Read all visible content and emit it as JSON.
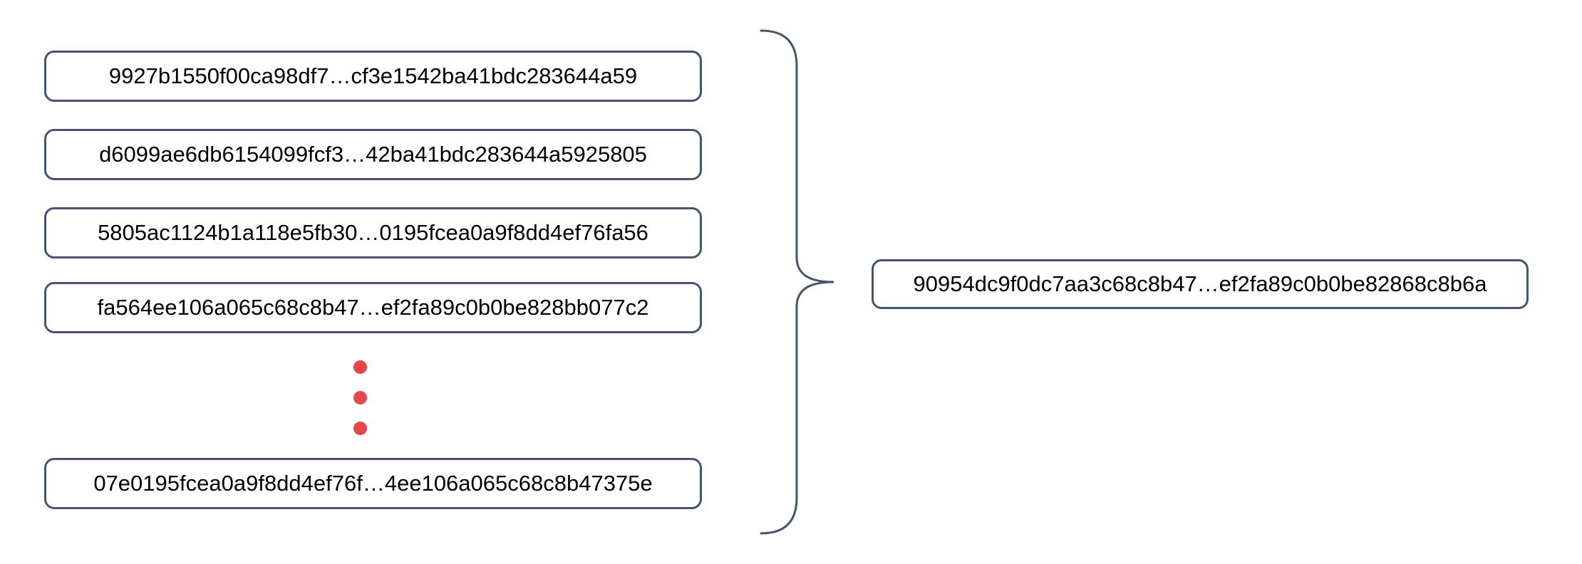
{
  "diagram": {
    "description": "Multiple hash values combined by a curly brace into a single output hash",
    "input_hashes": [
      "9927b1550f00ca98df7…cf3e1542ba41bdc283644a59",
      "d6099ae6db6154099fcf3…42ba41bdc283644a5925805",
      "5805ac1124b1a118e5fb30…0195fcea0a9f8dd4ef76fa56",
      "fa564ee106a065c68c8b47…ef2fa89c0b0be828bb077c2",
      "07e0195fcea0a9f8dd4ef76f…4ee106a065c68c8b47375e"
    ],
    "output_hash": "90954dc9f0dc7aa3c68c8b47…ef2fa89c0b0be82868c8b6a",
    "ellipsis_dot_count": 3,
    "colors": {
      "box_border": "#44546A",
      "brace": "#44546A",
      "dots": "#E8464B",
      "text": "#000000",
      "background": "#FFFFFF"
    }
  }
}
